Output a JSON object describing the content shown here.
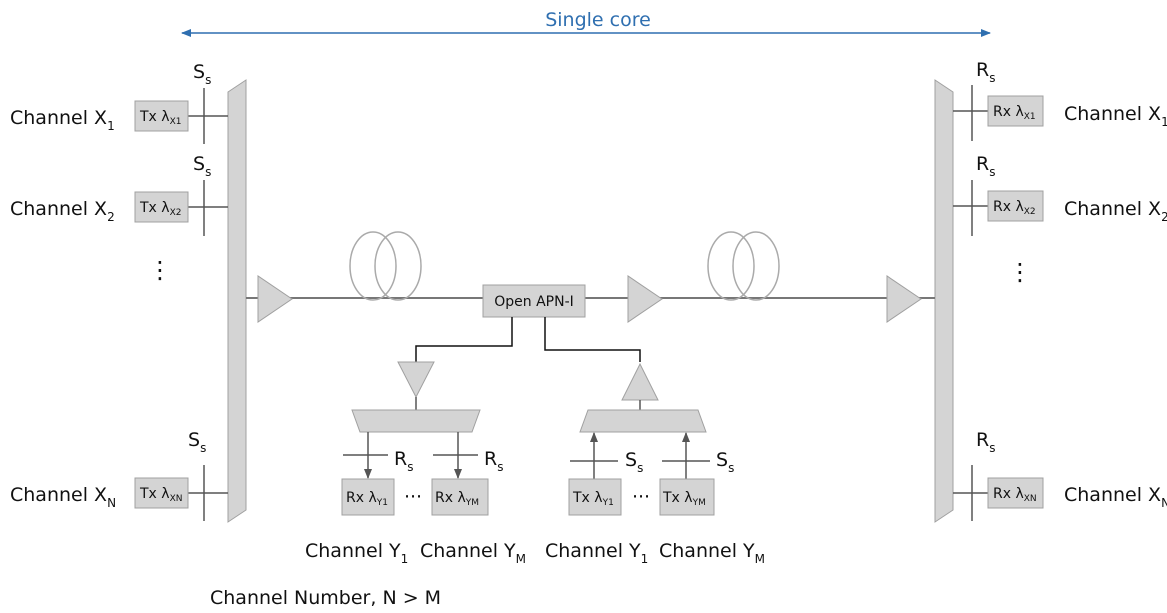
{
  "title": "Single core",
  "footnote": "Channel Number, N > M",
  "colors": {
    "core_arrow": "#2f6fb0",
    "component_fill": "#d4d4d4",
    "component_stroke": "#a0a0a0",
    "line": "#555555"
  },
  "signal": {
    "S": "S",
    "R": "R",
    "sub": "s"
  },
  "channel": {
    "prefix": "Channel ",
    "X": "X",
    "Y": "Y",
    "sub_1": "1",
    "sub_2": "2",
    "sub_N": "N",
    "sub_M": "M"
  },
  "devices": {
    "tx": "Tx ",
    "rx": "Rx ",
    "lambda": "λ",
    "x1": "X1",
    "x2": "X2",
    "xn": "XN",
    "y1": "Y1",
    "ym": "YM"
  },
  "apn": "Open APN-I",
  "ellipsis_v": "⋮",
  "ellipsis_h": "···"
}
